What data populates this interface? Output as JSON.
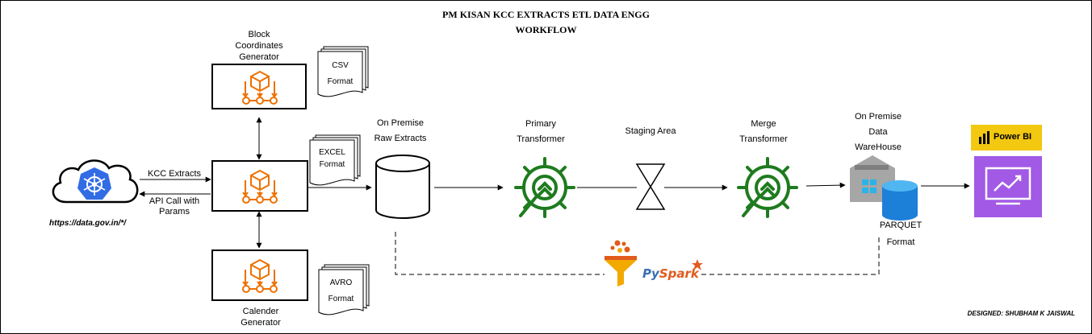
{
  "title": {
    "line1": "PM KISAN KCC EXTRACTS ETL DATA ENGG",
    "line2": "WORKFLOW"
  },
  "source": {
    "icon": "kubernetes-cloud-icon",
    "url": "https://data.gov.in/*/"
  },
  "edges": {
    "kcc_extracts": "KCC Extracts",
    "api_call_line1": "API Call with",
    "api_call_line2": "Params"
  },
  "block_generator": {
    "line1": "Block",
    "line2": "Coordinates",
    "line3": "Generator"
  },
  "calender_generator": {
    "line1": "Calender",
    "line2": "Generator"
  },
  "formats": {
    "csv_line1": "CSV",
    "csv_line2": "Format",
    "excel_line1": "EXCEL",
    "excel_line2": "Format",
    "avro_line1": "AVRO",
    "avro_line2": "Format"
  },
  "raw_extracts": {
    "line1": "On Premise",
    "line2": "Raw Extracts"
  },
  "primary_transformer": {
    "line1": "Primary",
    "line2": "Transformer"
  },
  "staging_area": {
    "label": "Staging Area"
  },
  "merge_transformer": {
    "line1": "Merge",
    "line2": "Transformer"
  },
  "warehouse": {
    "line1": "On Premise",
    "line2": "Data",
    "line3": "WareHouse"
  },
  "parquet": {
    "line1": "PARQUET",
    "line2": "Format"
  },
  "powerbi": {
    "label": "Power BI"
  },
  "pyspark": {
    "label": "PySpark"
  },
  "footer": {
    "designer": "DESIGNED: SHUBHAM K JAISWAL"
  },
  "colors": {
    "orange": "#ed7100",
    "green": "#1e7b1e",
    "kube_blue": "#326ce5",
    "powerbi_yellow": "#f2c811",
    "powerbi_purple": "#a259e6",
    "parquet_blue": "#1c7fd8"
  }
}
